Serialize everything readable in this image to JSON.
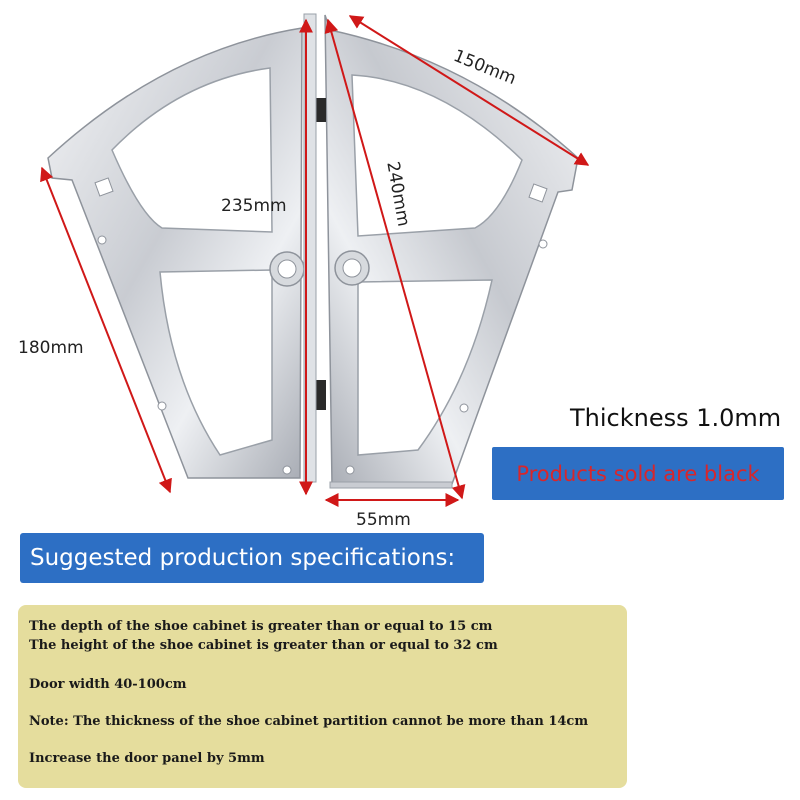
{
  "figure": {
    "dimensions": {
      "width_180": "180mm",
      "height_235": "235mm",
      "base_55": "55mm",
      "arc_150": "150mm",
      "diag_240": "240mm"
    },
    "thickness": "Thickness 1.0mm",
    "sold_note": "Products sold are black"
  },
  "specs": {
    "heading": "Suggested production specifications:",
    "lines": [
      "The depth of the shoe cabinet is greater than or equal to 15 cm",
      "The height of the shoe cabinet is greater than or equal to 32 cm",
      "Door width 40-100cm",
      "Note: The thickness of the shoe cabinet partition cannot be more than 14cm",
      "Increase the door panel by 5mm"
    ]
  },
  "colors": {
    "banner_blue": "#2d6fc4",
    "sold_red": "#d8262b",
    "panel_beige": "#e5dd9d",
    "dimension_red": "#d01818"
  }
}
